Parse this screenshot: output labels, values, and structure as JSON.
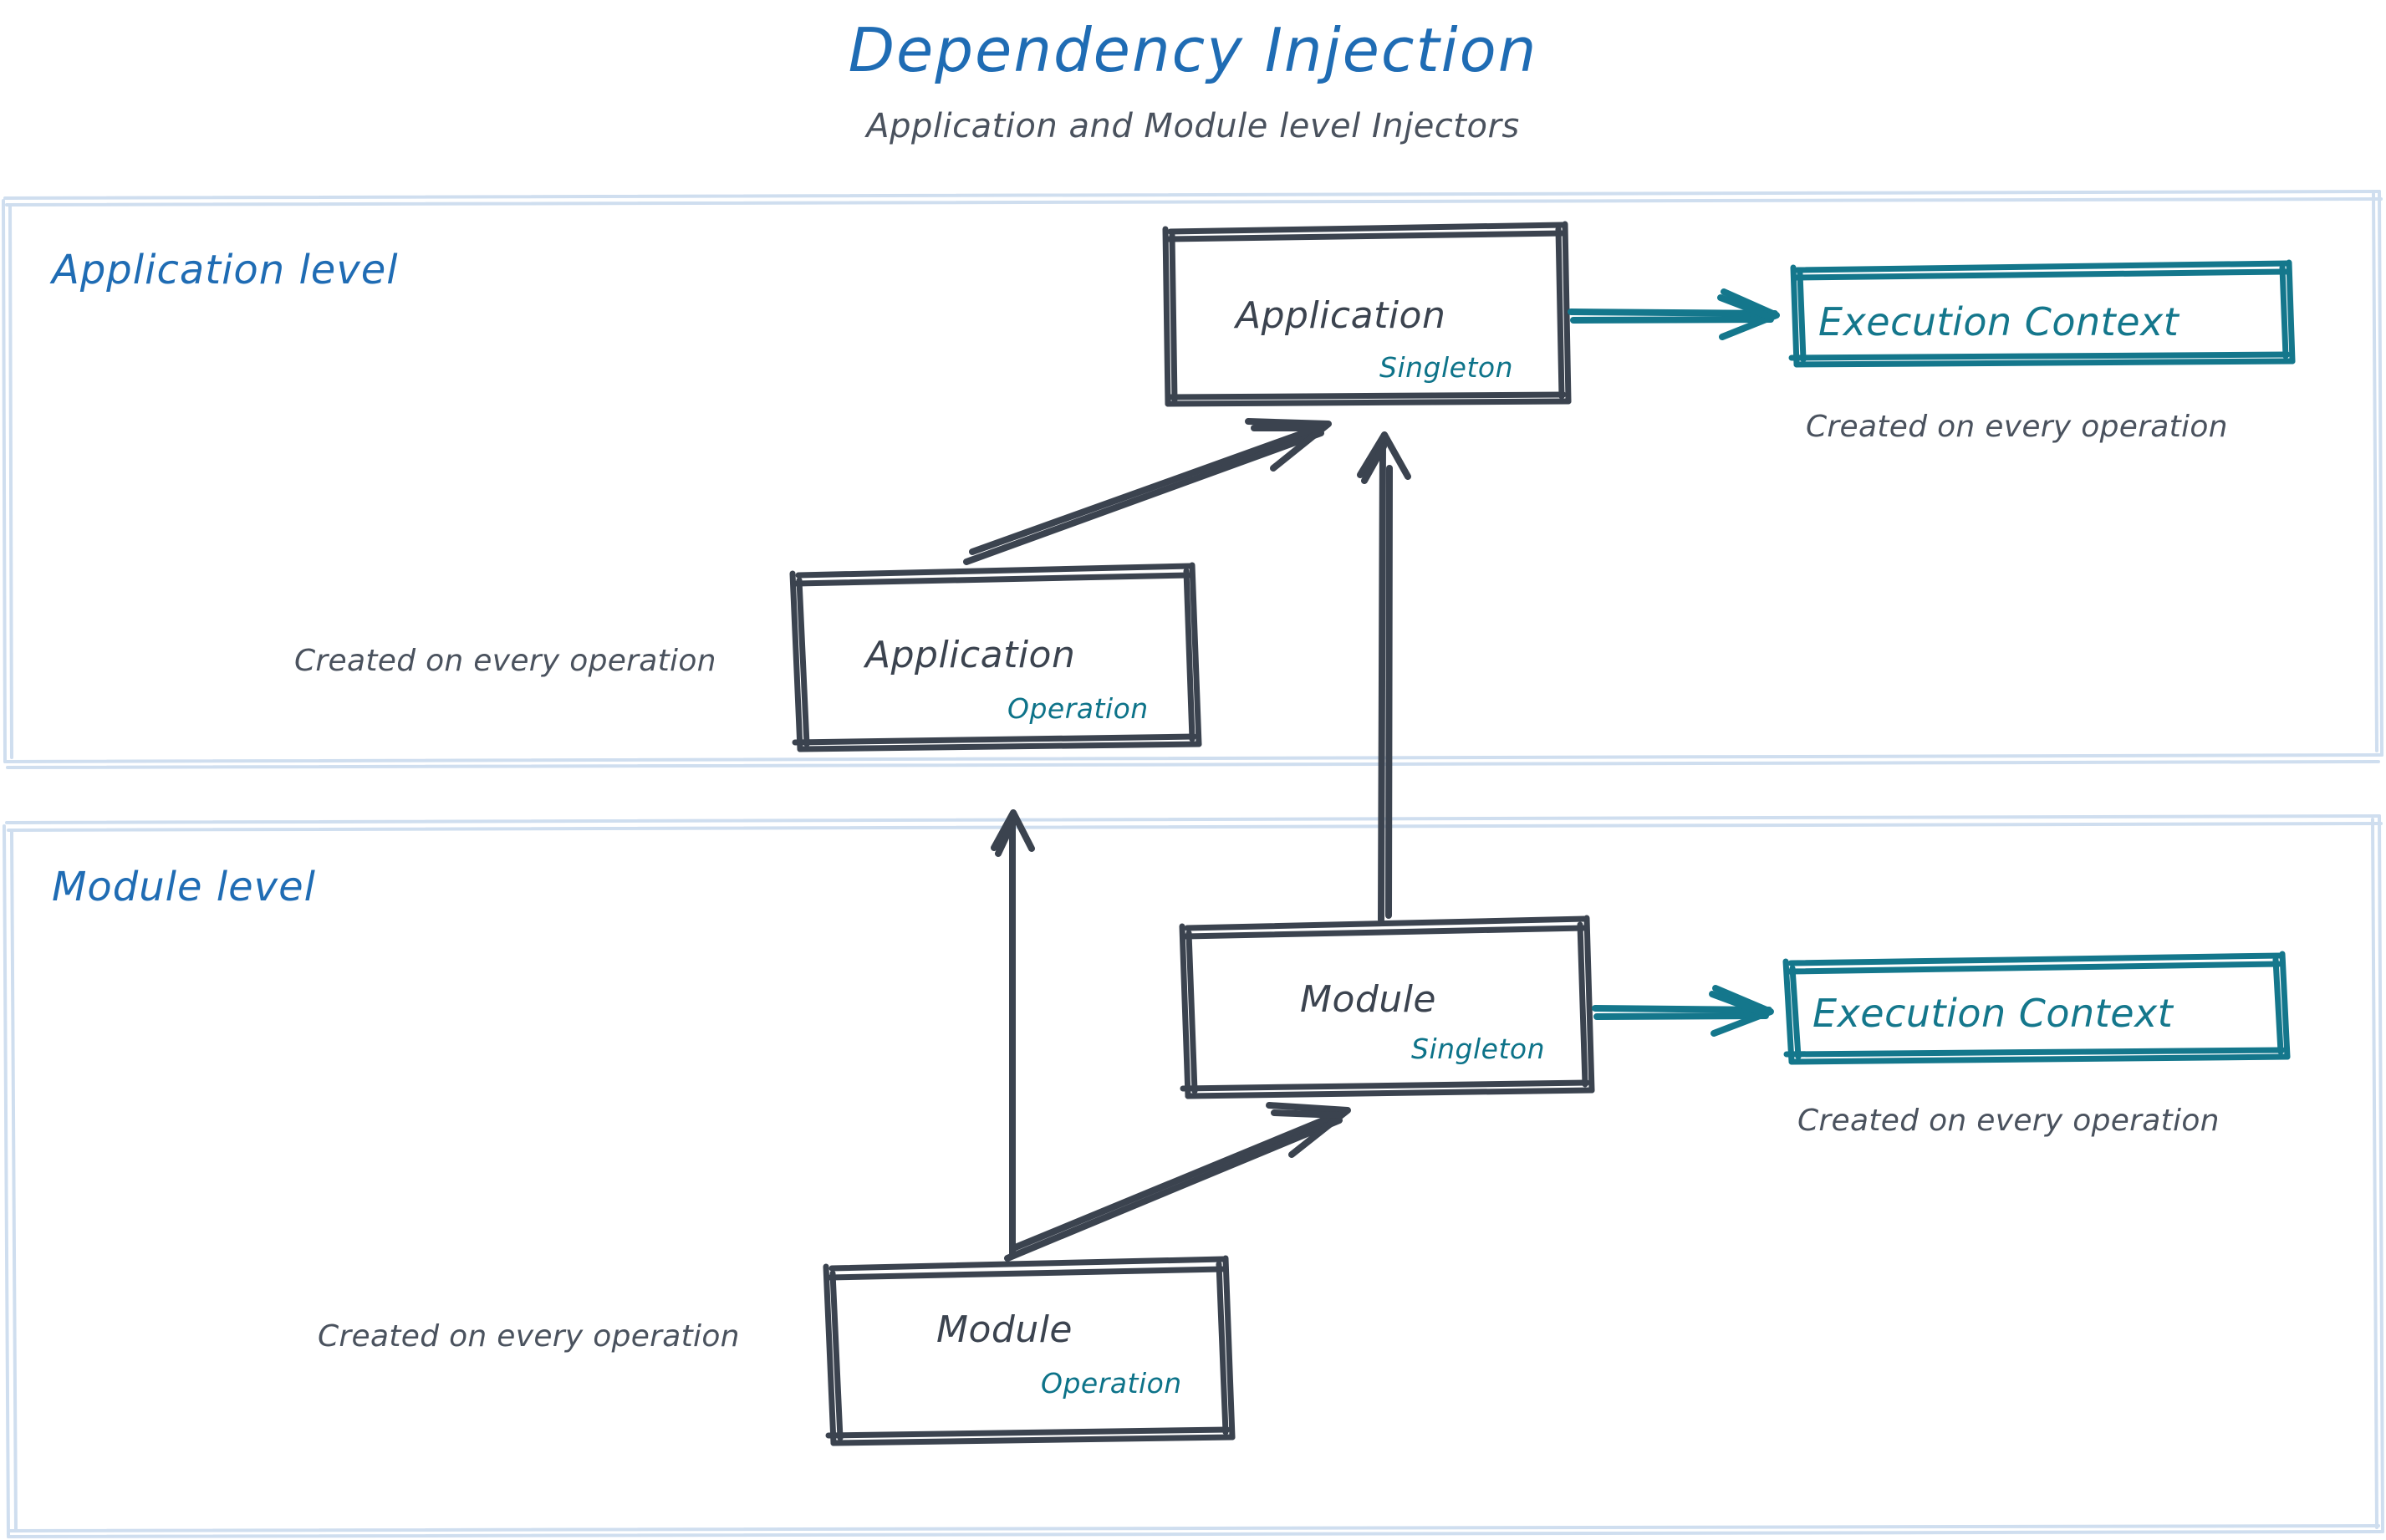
{
  "header": {
    "title": "Dependency Injection",
    "subtitle": "Application and Module level Injectors"
  },
  "colors": {
    "title_blue": "#1f6cb4",
    "panel_border": "#cfdeef",
    "node_stroke": "#3b434f",
    "accent_teal": "#14778c",
    "body_text": "#4a525e"
  },
  "panels": [
    {
      "heading": "Application level"
    },
    {
      "heading": "Module level"
    }
  ],
  "nodes": {
    "app_singleton": {
      "title": "Application",
      "scope": "Singleton"
    },
    "app_operation": {
      "title": "Application",
      "scope": "Operation"
    },
    "mod_singleton": {
      "title": "Module",
      "scope": "Singleton"
    },
    "mod_operation": {
      "title": "Module",
      "scope": "Operation"
    },
    "exec_ctx_app": {
      "label": "Execution Context"
    },
    "exec_ctx_mod": {
      "label": "Execution Context"
    }
  },
  "captions": {
    "app_operation_note": "Created on every operation",
    "mod_operation_note": "Created on every operation",
    "exec_ctx_app_note": "Created on every operation",
    "exec_ctx_mod_note": "Created on every operation"
  }
}
